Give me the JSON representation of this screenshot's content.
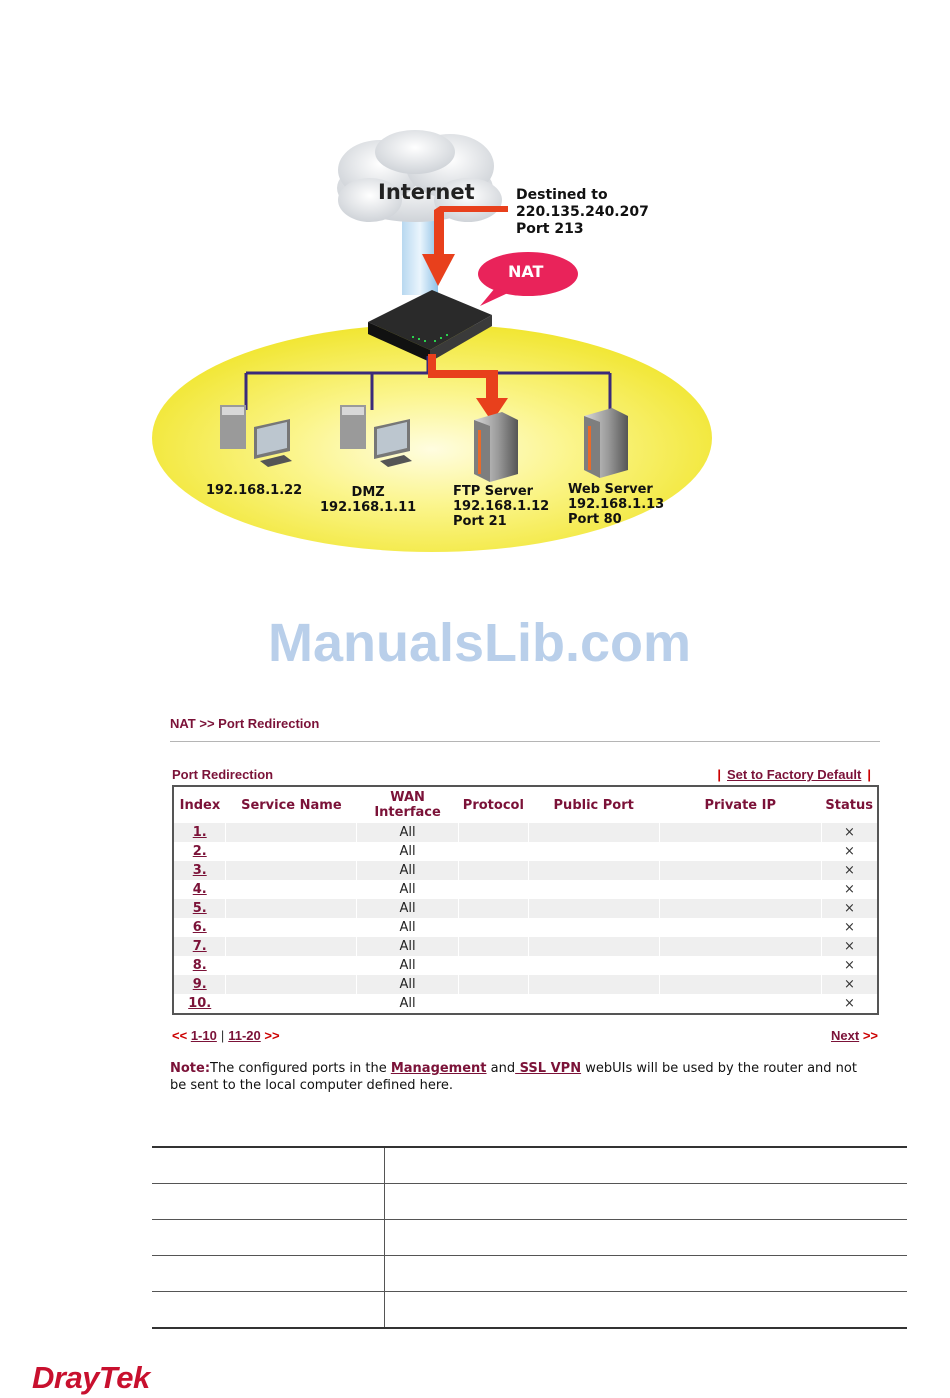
{
  "diagram": {
    "internet_label": "Internet",
    "destination_lines": [
      "Destined to",
      "220.135.240.207",
      "Port 213"
    ],
    "nat_label": "NAT",
    "nodes": [
      {
        "lines": [
          "192.168.1.22"
        ]
      },
      {
        "lines": [
          "DMZ",
          "192.168.1.11"
        ]
      },
      {
        "lines": [
          "FTP Server",
          "192.168.1.12",
          "Port 21"
        ]
      },
      {
        "lines": [
          "Web Server",
          "192.168.1.13",
          "Port 80"
        ]
      }
    ]
  },
  "watermark": "ManualsLib.com",
  "breadcrumb": "NAT >> Port Redirection",
  "panel": {
    "title": "Port Redirection",
    "factory_default_label": "Set to Factory Default",
    "columns": [
      "Index",
      "Service Name",
      "WAN\nInterface",
      "Protocol",
      "Public Port",
      "Private IP",
      "Status"
    ],
    "rows": [
      {
        "index": "1.",
        "service": "",
        "wan": "All",
        "protocol": "",
        "public_port": "",
        "private_ip": "",
        "status": "×"
      },
      {
        "index": "2.",
        "service": "",
        "wan": "All",
        "protocol": "",
        "public_port": "",
        "private_ip": "",
        "status": "×"
      },
      {
        "index": "3.",
        "service": "",
        "wan": "All",
        "protocol": "",
        "public_port": "",
        "private_ip": "",
        "status": "×"
      },
      {
        "index": "4.",
        "service": "",
        "wan": "All",
        "protocol": "",
        "public_port": "",
        "private_ip": "",
        "status": "×"
      },
      {
        "index": "5.",
        "service": "",
        "wan": "All",
        "protocol": "",
        "public_port": "",
        "private_ip": "",
        "status": "×"
      },
      {
        "index": "6.",
        "service": "",
        "wan": "All",
        "protocol": "",
        "public_port": "",
        "private_ip": "",
        "status": "×"
      },
      {
        "index": "7.",
        "service": "",
        "wan": "All",
        "protocol": "",
        "public_port": "",
        "private_ip": "",
        "status": "×"
      },
      {
        "index": "8.",
        "service": "",
        "wan": "All",
        "protocol": "",
        "public_port": "",
        "private_ip": "",
        "status": "×"
      },
      {
        "index": "9.",
        "service": "",
        "wan": "All",
        "protocol": "",
        "public_port": "",
        "private_ip": "",
        "status": "×"
      },
      {
        "index": "10.",
        "service": "",
        "wan": "All",
        "protocol": "",
        "public_port": "",
        "private_ip": "",
        "status": "×"
      }
    ],
    "pager": {
      "prev": "<<",
      "page1": "1-10",
      "separator": "|",
      "page2": "11-20",
      "next_arrows": ">>",
      "next_label": "Next",
      "next_suffix": ">>"
    }
  },
  "note": {
    "label": "Note:",
    "text1": "The configured ports in the ",
    "link1": "Management",
    "text2": " and",
    "link2": " SSL VPN",
    "text3": " webUIs will be used by the router and not be sent to the local computer defined here."
  },
  "logo": "DrayTek",
  "colors": {
    "accent": "#7b1238",
    "link_red": "#cc0000",
    "row_alt": "#efefef",
    "watermark": "#b9cfea",
    "arrow": "#e8401c",
    "lan_oval": "#f2ea3c",
    "network_line": "#3a2a7a"
  }
}
